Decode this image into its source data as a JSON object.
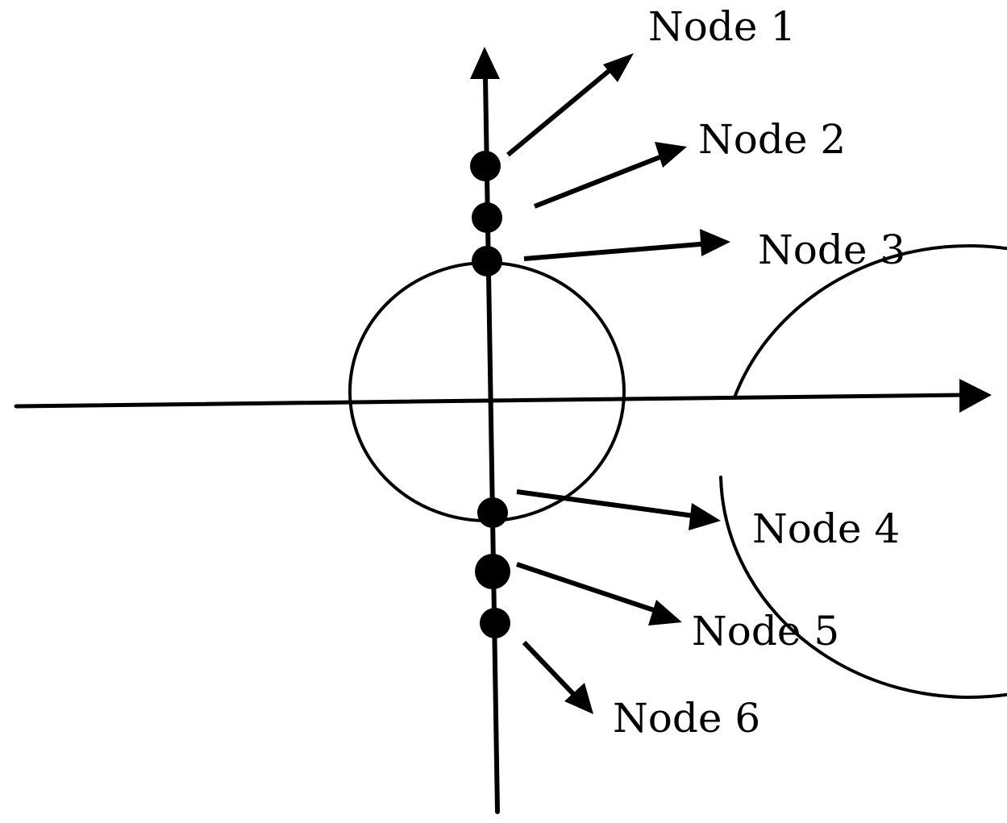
{
  "colors": {
    "ink": "#000000",
    "background": "#ffffff"
  },
  "nodes": [
    {
      "label": "Node 1"
    },
    {
      "label": "Node 2"
    },
    {
      "label": "Node 3"
    },
    {
      "label": "Node 4"
    },
    {
      "label": "Node 5"
    },
    {
      "label": "Node 6"
    }
  ]
}
